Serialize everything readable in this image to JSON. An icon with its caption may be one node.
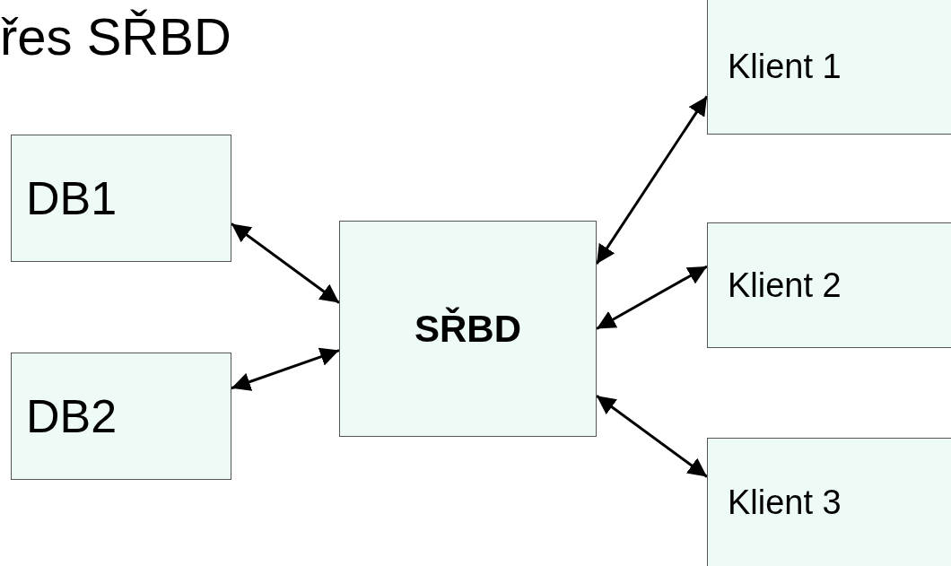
{
  "diagram": {
    "title": "řes SŘBD",
    "nodes": [
      {
        "text": [
          "DB1"
        ]
      },
      {
        "text": [
          "DB2"
        ]
      },
      {
        "text": [
          "SŘBD"
        ]
      },
      {
        "text": [
          "Klient 1"
        ]
      },
      {
        "text": [
          "Klient 2"
        ]
      },
      {
        "text": [
          "Klient 3"
        ]
      }
    ],
    "edges": [
      {
        "from": 0,
        "to": 2,
        "arrow": "both"
      },
      {
        "from": 1,
        "to": 2,
        "arrow": "both"
      },
      {
        "from": 2,
        "to": 3,
        "arrow": "both"
      },
      {
        "from": 2,
        "to": 4,
        "arrow": "both"
      },
      {
        "from": 2,
        "to": 5,
        "arrow": "both"
      }
    ]
  }
}
